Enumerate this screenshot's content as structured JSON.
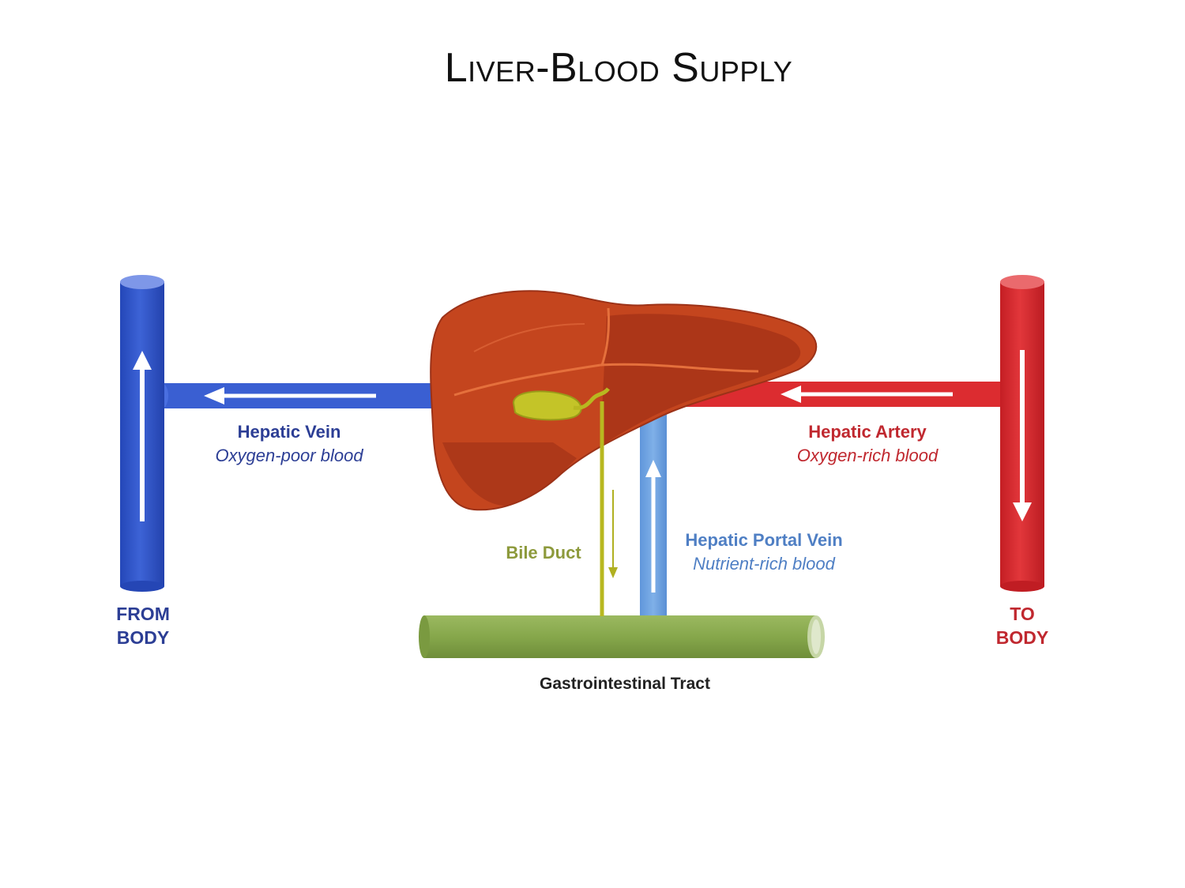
{
  "title": "Liver-Blood Supply",
  "labels": {
    "hepatic_vein": {
      "name": "Hepatic Vein",
      "desc": "Oxygen-poor blood"
    },
    "hepatic_artery": {
      "name": "Hepatic Artery",
      "desc": "Oxygen-rich blood"
    },
    "portal_vein": {
      "name": "Hepatic Portal Vein",
      "desc": "Nutrient-rich blood"
    },
    "bile_duct": {
      "name": "Bile Duct"
    },
    "gi_tract": {
      "name": "Gastrointestinal Tract"
    },
    "from_body": {
      "line1": "FROM",
      "line2": "BODY"
    },
    "to_body": {
      "line1": "TO",
      "line2": "BODY"
    }
  },
  "colors": {
    "vein_blue": "#2f55c8",
    "artery_red": "#d8252b",
    "portal_blue": "#6ea3e0",
    "bile_green": "#b8b820",
    "gi_green": "#86a74b",
    "liver": "#c4451e",
    "vein_text": "#2c3e95",
    "artery_text": "#c0282f",
    "portal_text": "#4f7fc4",
    "bile_text": "#8d9a3c"
  }
}
